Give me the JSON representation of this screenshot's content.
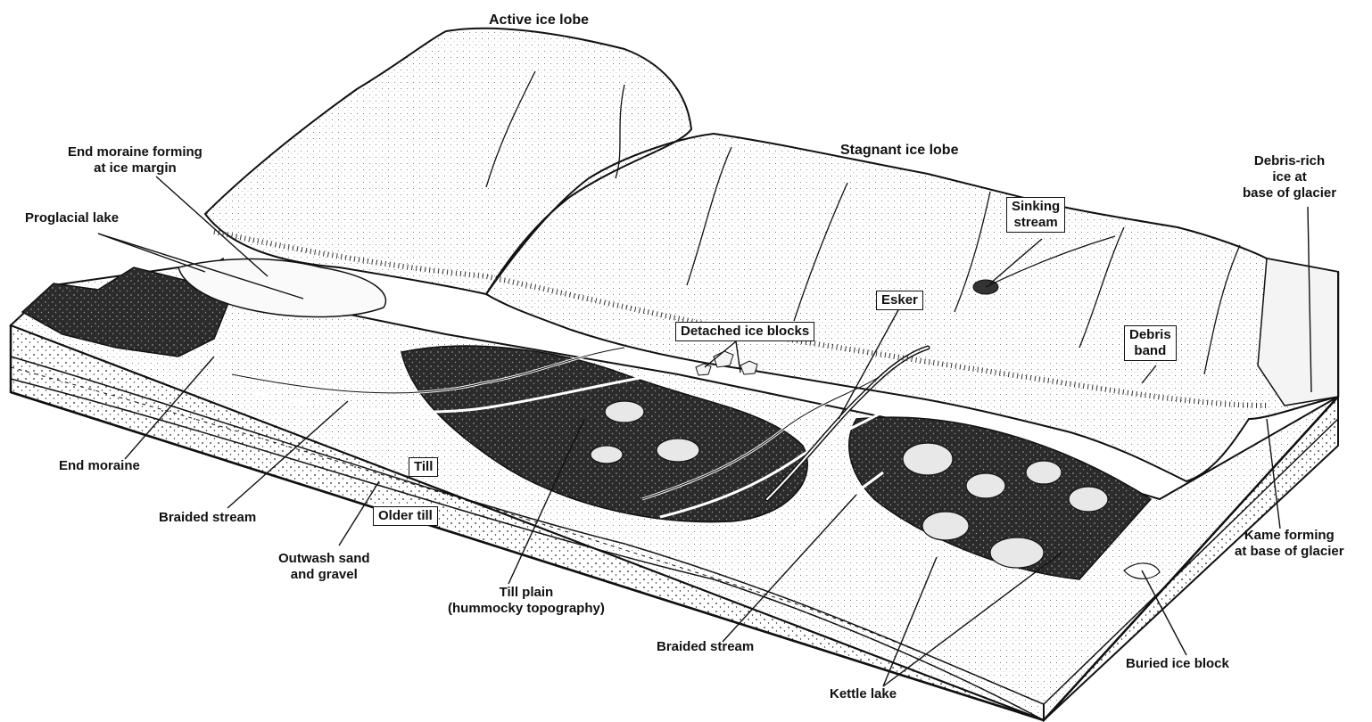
{
  "labels": {
    "active_ice_lobe": "Active ice lobe",
    "stagnant_ice_lobe": "Stagnant ice lobe",
    "end_moraine_forming": "End moraine forming\nat ice margin",
    "proglacial_lake": "Proglacial lake",
    "debris_rich_ice": "Debris-rich\nice at\nbase of glacier",
    "sinking_stream": "Sinking\nstream",
    "esker": "Esker",
    "detached_ice_blocks": "Detached ice blocks",
    "debris_band": "Debris\nband",
    "end_moraine": "End moraine",
    "till": "Till",
    "braided_stream_left": "Braided stream",
    "older_till": "Older till",
    "outwash": "Outwash sand\nand gravel",
    "till_plain": "Till plain\n(hummocky topography)",
    "braided_stream_center": "Braided stream",
    "kettle_lake": "Kettle lake",
    "buried_ice_block": "Buried ice block",
    "kame": "Kame forming\nat base of glacier"
  },
  "colors": {
    "ink": "#111111",
    "paper": "#ffffff",
    "dark_terrain": "#2b2b2b",
    "ice_shade": "#f4f4f4"
  }
}
